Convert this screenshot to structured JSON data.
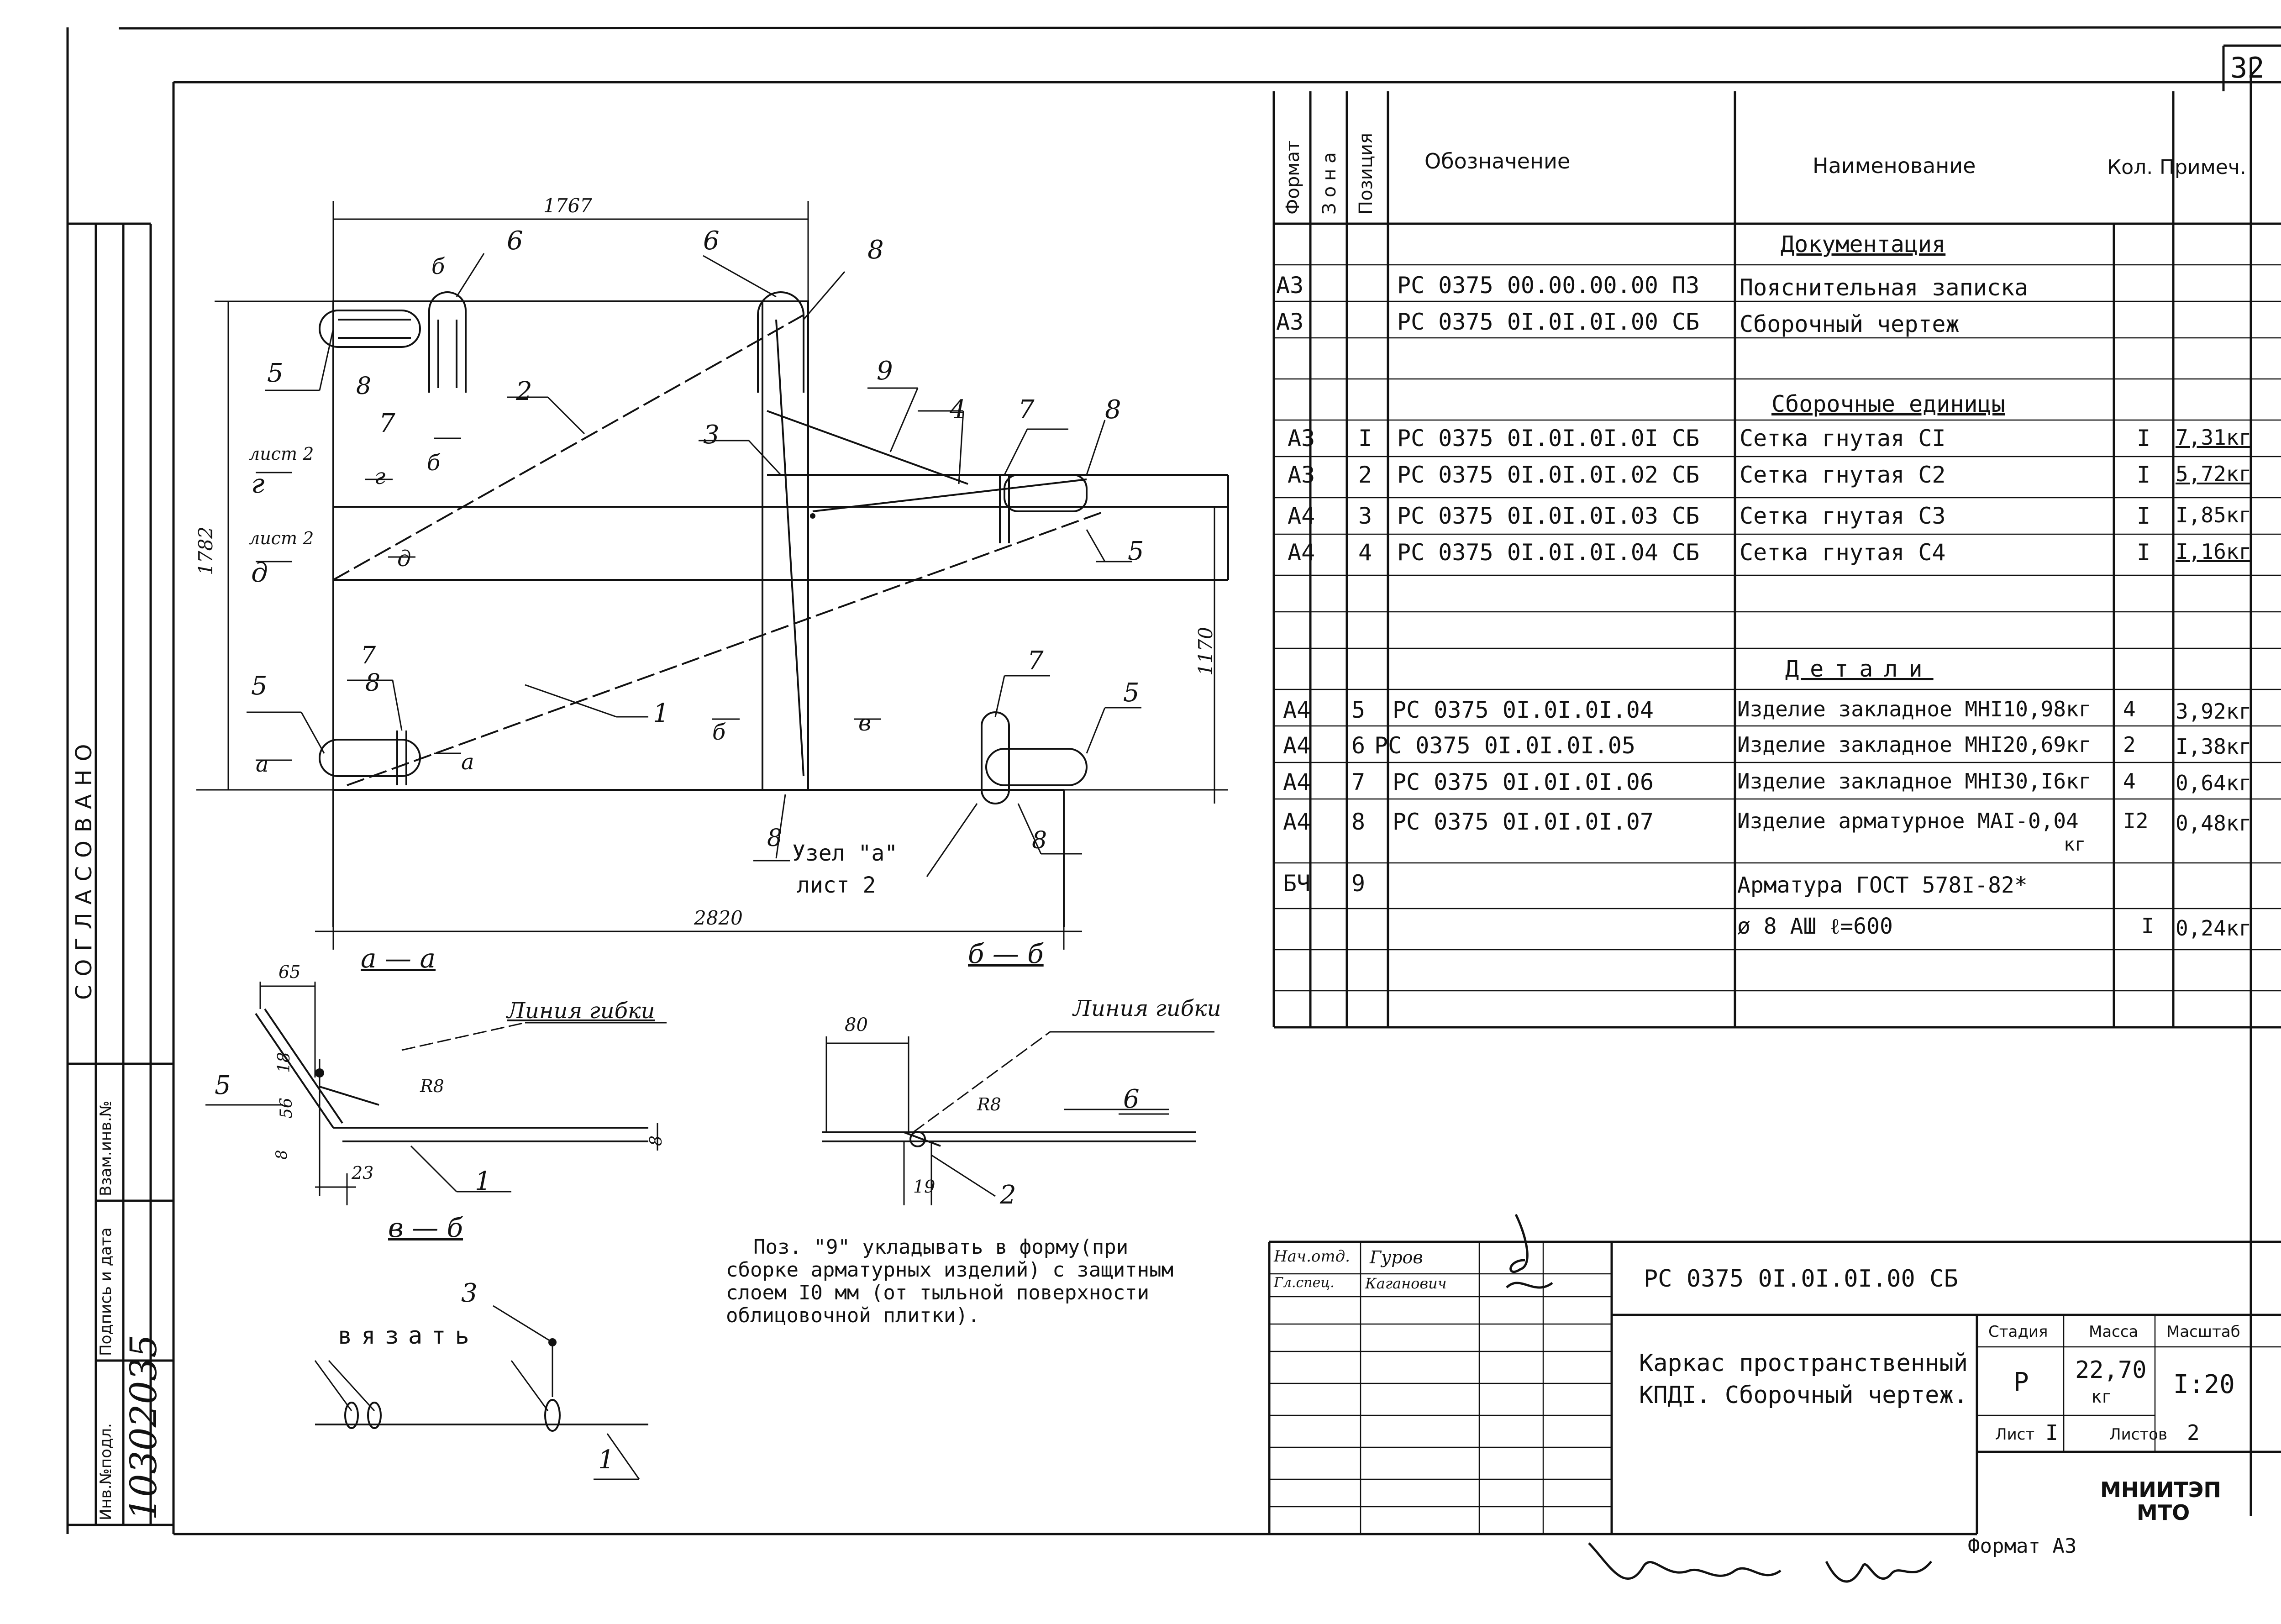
{
  "page_number": "32",
  "left_strip": {
    "agreed": "СОГЛАСОВАНО",
    "inv_orig": "Инв.№подл.",
    "sign_date": "Подпись и дата",
    "inv_replace": "Взам.инв.№",
    "inv_value": "10302035"
  },
  "spec": {
    "headers": {
      "format": "Формат",
      "zone": "Зона",
      "position": "Позиция",
      "designation": "Обозначение",
      "name": "Наименование",
      "qty": "Кол.",
      "note": "Примеч."
    },
    "rows": [
      {
        "format": "",
        "pos": "",
        "designation": "",
        "name": "Документация",
        "qty": "",
        "note": "",
        "section": true
      },
      {
        "format": "А3",
        "pos": "",
        "designation": "РС 0375 00.00.00.00 ПЗ",
        "name": "Пояснительная записка",
        "qty": "",
        "note": ""
      },
      {
        "format": "А3",
        "pos": "",
        "designation": "РС 0375 0I.0I.0I.00 СБ",
        "name": "Сборочный чертеж",
        "qty": "",
        "note": ""
      },
      {
        "format": "",
        "pos": "",
        "designation": "",
        "name": "Сборочные единицы",
        "qty": "",
        "note": "",
        "section": true
      },
      {
        "format": "А3",
        "pos": "I",
        "designation": "РС 0375 0I.0I.0I.0I СБ",
        "name": "Сетка гнутая СI",
        "qty": "I",
        "note": "7,31кг"
      },
      {
        "format": "А3",
        "pos": "2",
        "designation": "РС 0375 0I.0I.0I.02 СБ",
        "name": "Сетка гнутая С2",
        "qty": "I",
        "note": "5,72кг"
      },
      {
        "format": "А4",
        "pos": "3",
        "designation": "РС 0375 0I.0I.0I.03 СБ",
        "name": "Сетка гнутая С3",
        "qty": "I",
        "note": "I,85кг"
      },
      {
        "format": "А4",
        "pos": "4",
        "designation": "РС 0375 0I.0I.0I.04 СБ",
        "name": "Сетка гнутая С4",
        "qty": "I",
        "note": "I,16кг"
      },
      {
        "format": "",
        "pos": "",
        "designation": "",
        "name": "Детали",
        "qty": "",
        "note": "",
        "section": true
      },
      {
        "format": "А4",
        "pos": "5",
        "designation": "РС 0375 0I.0I.0I.04",
        "name": "Изделие закладное МНI10,98кг",
        "qty": "4",
        "note": "3,92кг"
      },
      {
        "format": "А4",
        "pos": "6",
        "designation": "РС 0375 0I.0I.0I.05",
        "name": "Изделие закладное МНI20,69кг",
        "qty": "2",
        "note": "I,38кг"
      },
      {
        "format": "А4",
        "pos": "7",
        "designation": "РС 0375 0I.0I.0I.06",
        "name": "Изделие закладное МНI30,I6кг",
        "qty": "4",
        "note": "0,64кг"
      },
      {
        "format": "А4",
        "pos": "8",
        "designation": "РС 0375 0I.0I.0I.07",
        "name": "Изделие арматурное МАI-0,04",
        "name2": "кг",
        "qty": "I2",
        "note": "0,48кг"
      },
      {
        "format": "БЧ",
        "pos": "9",
        "designation": "",
        "name": "Арматура ГОСТ 578I-82*",
        "qty": "",
        "note": ""
      },
      {
        "format": "",
        "pos": "",
        "designation": "",
        "name": "ø 8 АШ  ℓ=600",
        "qty": "I",
        "note": "0,24кг"
      }
    ]
  },
  "drawing": {
    "dim_top": "1767",
    "dim_bottom": "2820",
    "dim_left": "1782",
    "dim_right": "1170",
    "callouts": [
      "1",
      "2",
      "3",
      "4",
      "5",
      "6",
      "7",
      "8",
      "9"
    ],
    "sheet_ref": "лист 2",
    "node_a": "Узел \"а\"",
    "node_a_sheet": "лист 2",
    "sec_aa": "а — а",
    "sec_bb": "б — б",
    "sec_vv": "в — б",
    "bend_line": "Линия гибки",
    "dim_65": "65",
    "dim_18": "18",
    "dim_56": "56",
    "dim_8": "8",
    "dim_23": "23",
    "dim_r8": "R8",
    "dim_80": "80",
    "dim_19": "19",
    "tie": "вязать",
    "cut_g": "г",
    "cut_d": "д",
    "cut_b": "б",
    "cut_a": "а",
    "cut_v": "в"
  },
  "note_text": [
    "Поз. \"9\" укладывать в форму(при",
    "сборке арматурных изделий) с защитным",
    "слоем  I0 мм (от тыльной поверхности",
    "облицовочной плитки)."
  ],
  "title_block": {
    "role1": "Нач.отд.",
    "name1": "Гуров",
    "role2": "Гл.спец.",
    "name2": "Каганович",
    "code": "РС 0375 0I.0I.0I.00 СБ",
    "title_line1": "Каркас пространственный",
    "title_line2": "КПДI. Сборочный чертеж.",
    "stage_h": "Стадия",
    "mass_h": "Масса",
    "scale_h": "Масштаб",
    "stage": "Р",
    "mass": "22,70",
    "mass_unit": "кг",
    "scale": "I:20",
    "sheet_label": "Лист",
    "sheet_no": "I",
    "sheets_label": "Листов",
    "sheets_no": "2",
    "org1": "МНИИТЭП",
    "org2": "МТО",
    "format": "Формат А3"
  }
}
